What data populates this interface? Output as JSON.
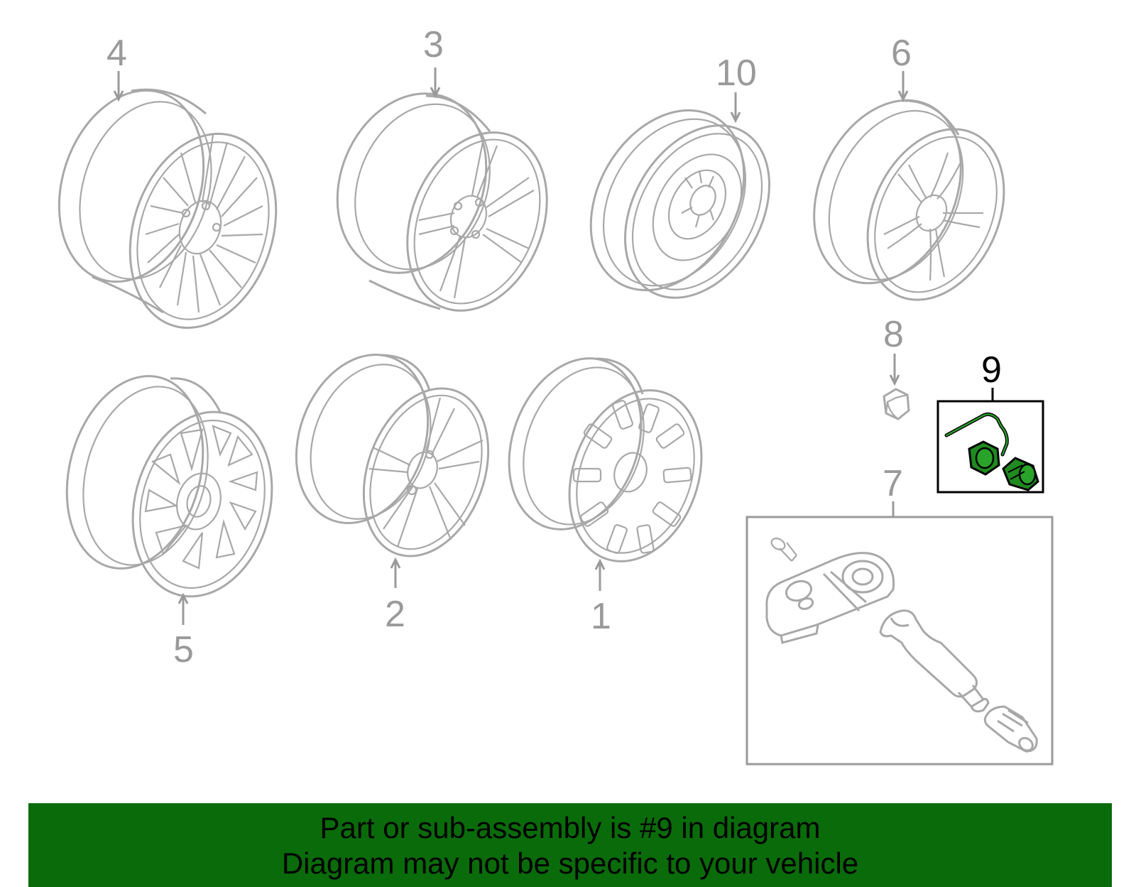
{
  "callouts": {
    "c1": "1",
    "c2": "2",
    "c3": "3",
    "c4": "4",
    "c5": "5",
    "c6": "6",
    "c7": "7",
    "c8": "8",
    "c9": "9",
    "c10": "10"
  },
  "highlighted_part": "9",
  "colors": {
    "line_grey": "#a8a8a8",
    "highlight_green": "#1f8a1f",
    "banner_green": "#0a6b0a"
  },
  "banner": {
    "line1": "Part or sub-assembly is #9 in diagram",
    "line2": "Diagram may not be specific to your vehicle"
  }
}
